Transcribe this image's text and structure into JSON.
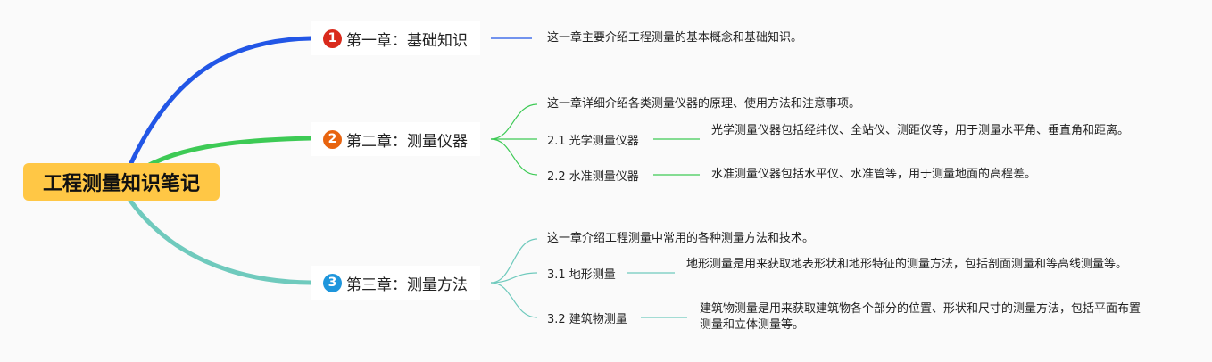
{
  "root": {
    "title": "工程测量知识笔记"
  },
  "chapters": [
    {
      "number": "1",
      "title": "第一章：基础知识",
      "badge_color": "#d92a1c",
      "branch_color": "#2256e6",
      "summary": "这一章主要介绍工程测量的基本概念和基础知识。",
      "sections": []
    },
    {
      "number": "2",
      "title": "第二章：测量仪器",
      "badge_color": "#e8640f",
      "branch_color": "#3dca55",
      "summary": "这一章详细介绍各类测量仪器的原理、使用方法和注意事项。",
      "sections": [
        {
          "title": "2.1 光学测量仪器",
          "detail": "光学测量仪器包括经纬仪、全站仪、测距仪等，用于测量水平角、垂直角和距离。"
        },
        {
          "title": "2.2 水准测量仪器",
          "detail": "水准测量仪器包括水平仪、水准管等，用于测量地面的高程差。"
        }
      ]
    },
    {
      "number": "3",
      "title": "第三章：测量方法",
      "badge_color": "#1f96dc",
      "branch_color": "#6fcabd",
      "summary": "这一章介绍工程测量中常用的各种测量方法和技术。",
      "sections": [
        {
          "title": "3.1 地形测量",
          "detail": "地形测量是用来获取地表形状和地形特征的测量方法，包括剖面测量和等高线测量等。"
        },
        {
          "title": "3.2 建筑物测量",
          "detail": "建筑物测量是用来获取建筑物各个部分的位置、形状和尺寸的测量方法，包括平面布置测量和立体测量等。"
        }
      ]
    }
  ]
}
